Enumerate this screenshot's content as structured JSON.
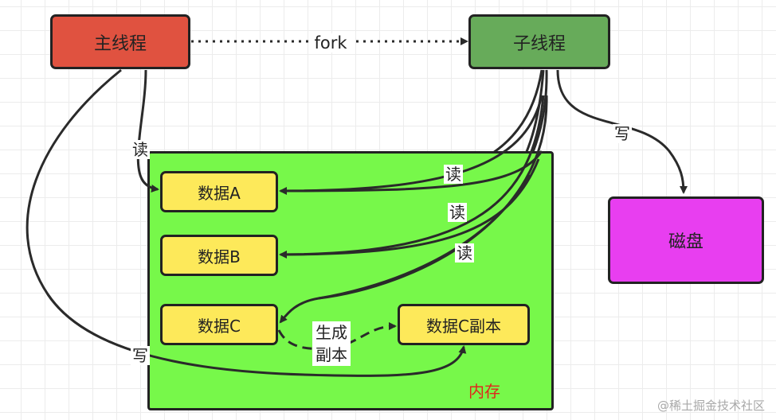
{
  "nodes": {
    "main_thread": "主线程",
    "child_thread": "子线程",
    "memory": "内存",
    "data_a": "数据A",
    "data_b": "数据B",
    "data_c": "数据C",
    "data_c_copy": "数据C副本",
    "disk": "磁盘"
  },
  "edges": {
    "fork": "fork",
    "main_read": "读",
    "main_write": "写",
    "child_read_a": "读",
    "child_read_b": "读",
    "child_read_c": "读",
    "child_write_disk": "写",
    "copy": "生成副本"
  },
  "watermark": "@稀土掘金技术社区",
  "colors": {
    "main": "#e05240",
    "child": "#67ab5a",
    "memory": "#77f84a",
    "data": "#fde95a",
    "disk": "#e83ef0",
    "memory_label": "#e0261c"
  }
}
